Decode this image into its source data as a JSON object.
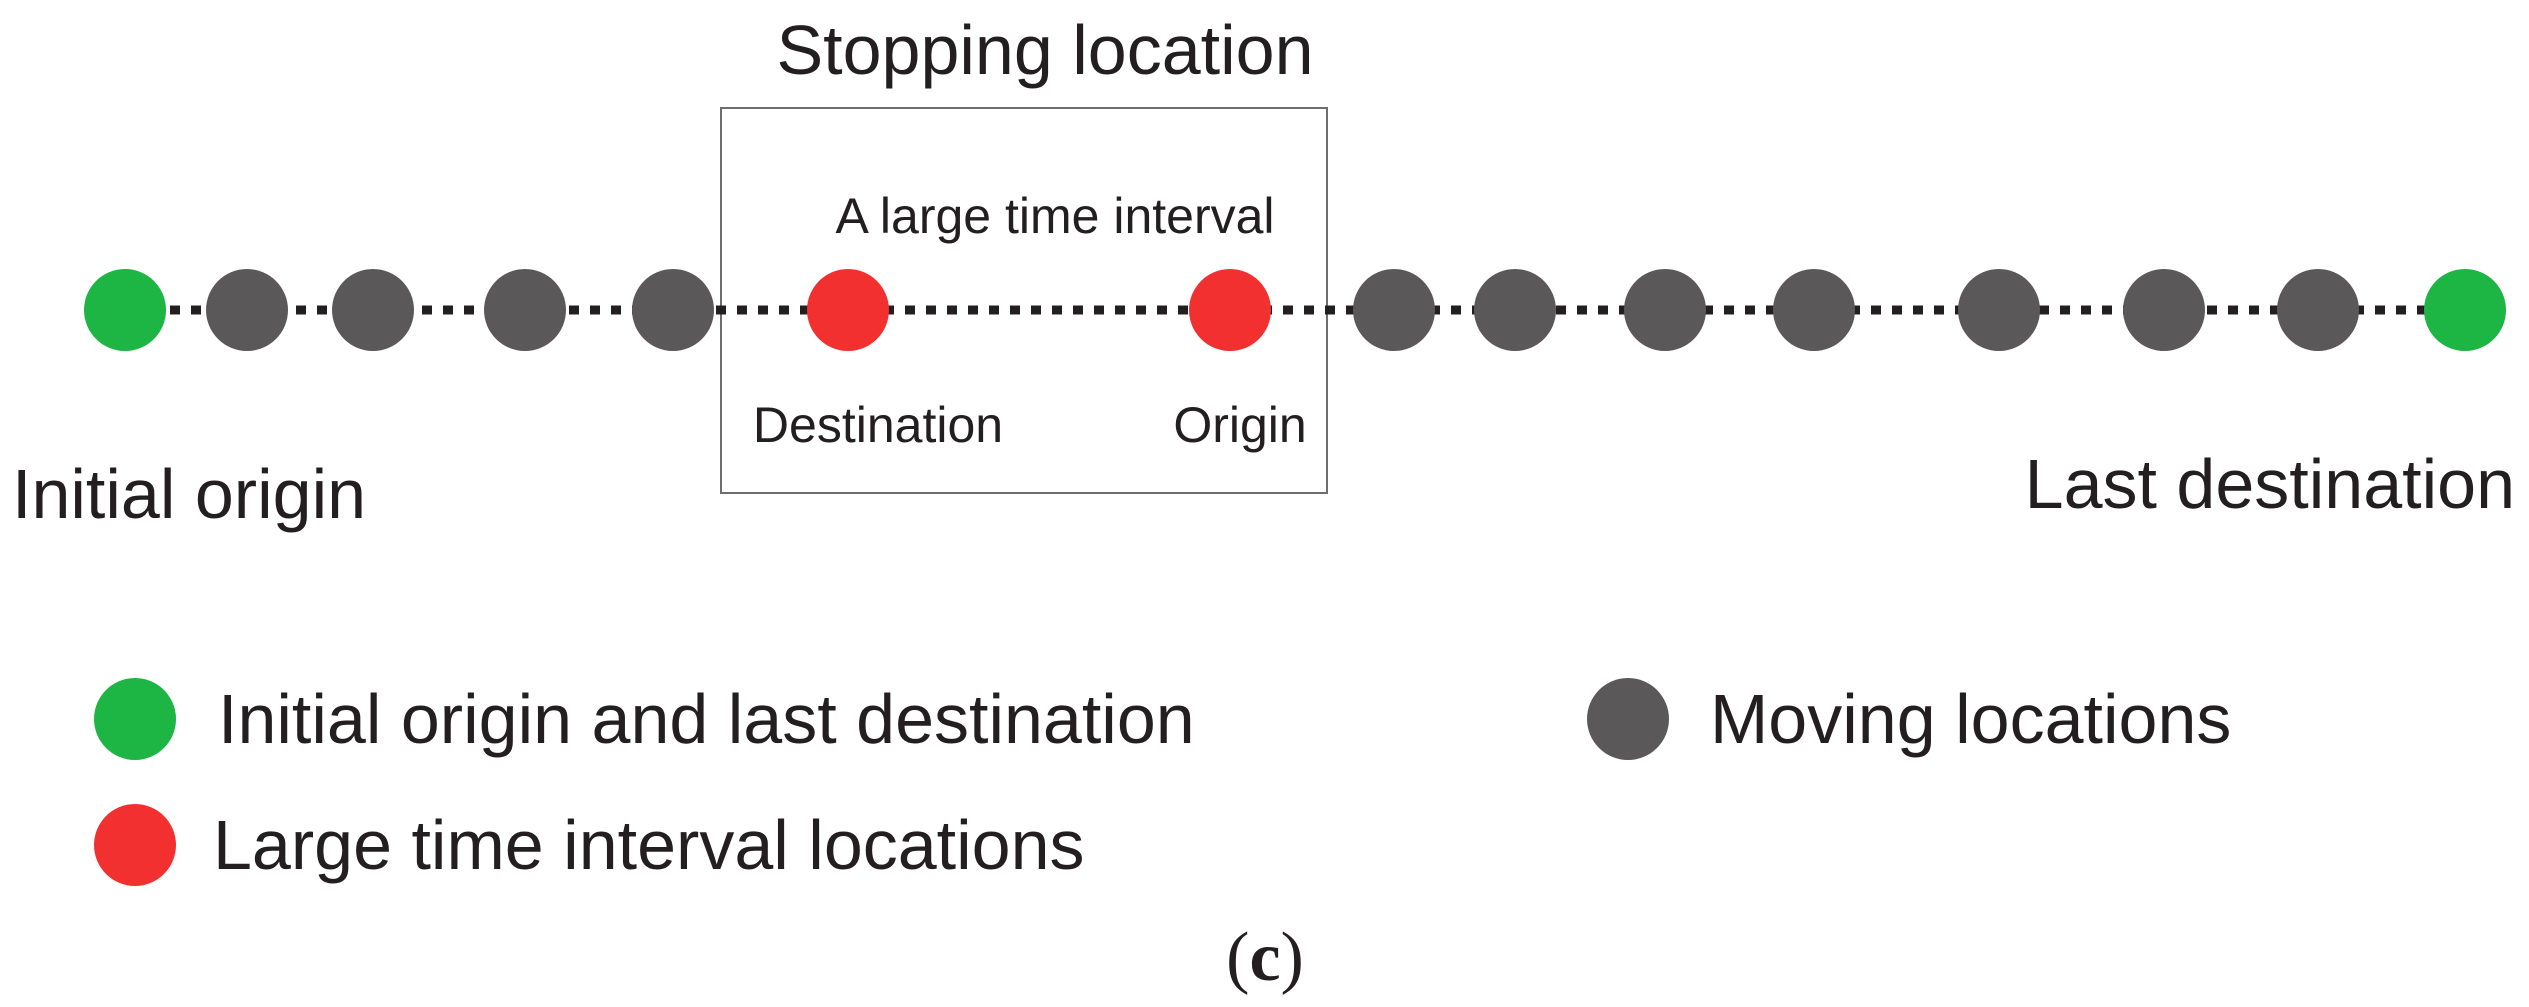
{
  "colors": {
    "endpoint": "#1db543",
    "moving": "#5b5859",
    "interval": "#f23030",
    "ink": "#231f20",
    "box_stroke": "#6d6e71"
  },
  "stopping_box": {
    "title": "Stopping location",
    "interval_label": "A  large time interval",
    "destination_label": "Destination",
    "origin_label": "Origin"
  },
  "endpoints": {
    "initial_label": "Initial origin",
    "last_label": "Last destination"
  },
  "nodes": [
    {
      "kind": "endpoint"
    },
    {
      "kind": "moving"
    },
    {
      "kind": "moving"
    },
    {
      "kind": "moving"
    },
    {
      "kind": "moving"
    },
    {
      "kind": "interval"
    },
    {
      "kind": "interval"
    },
    {
      "kind": "moving"
    },
    {
      "kind": "moving"
    },
    {
      "kind": "moving"
    },
    {
      "kind": "moving"
    },
    {
      "kind": "moving"
    },
    {
      "kind": "moving"
    },
    {
      "kind": "moving"
    },
    {
      "kind": "endpoint"
    }
  ],
  "legend": {
    "endpoint_label": "Initial origin and last destination",
    "moving_label": "Moving locations",
    "interval_label": "Large time interval locations"
  },
  "caption": {
    "open": "(",
    "letter": "c",
    "close": ")"
  }
}
